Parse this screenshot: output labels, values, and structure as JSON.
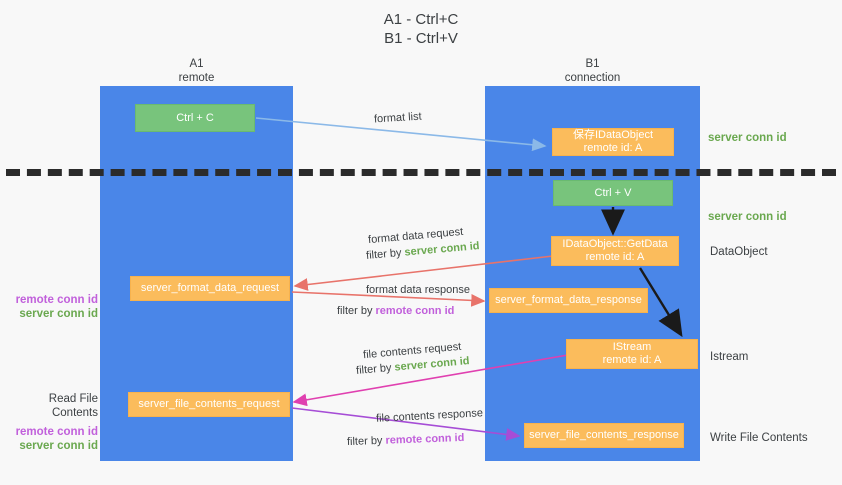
{
  "title": "A1 - Ctrl+C\nB1 - Ctrl+V",
  "lanes": [
    {
      "name": "A1",
      "sub": "remote",
      "header": "A1\nremote",
      "color": "#4a86e8"
    },
    {
      "name": "B1",
      "sub": "connection",
      "header": "B1\nconnection",
      "color": "#4a86e8"
    }
  ],
  "boxes": {
    "ctrl_c": "Ctrl + C",
    "save_idataobject": "保存IDataObject\nremote id: A",
    "ctrl_v": "Ctrl + V",
    "getdata": "IDataObject::GetData\nremote id: A",
    "server_format_data_request": "server_format_data_request",
    "server_format_data_response": "server_format_data_response",
    "istream": "IStream\nremote id: A",
    "server_file_contents_request": "server_file_contents_request",
    "server_file_contents_response": "server_file_contents_response"
  },
  "annotations": {
    "format_list": "format list",
    "format_data_request": "format data request",
    "filter_by_prefix": "filter by ",
    "server_conn_id": "server conn id",
    "remote_conn_id": "remote conn id",
    "format_data_response": "format data response",
    "file_contents_request": "file contents request",
    "file_contents_response": "file contents response"
  },
  "side_labels": {
    "right_server_conn_1": "server conn id",
    "right_server_conn_2": "server conn id",
    "dataobject": "DataObject",
    "istream": "Istream",
    "write_file_contents": "Write File Contents",
    "read_file_contents": "Read File Contents",
    "left_remote_conn_1": "remote conn id",
    "left_server_conn_1": "server conn id",
    "left_remote_conn_2": "remote conn id",
    "left_server_conn_2": "server conn id"
  },
  "colors": {
    "lane": "#4a86e8",
    "green_box": "#78c47c",
    "orange_box": "#fbbc5c",
    "green_text": "#6aa84f",
    "purple_text": "#c160db",
    "arrow_blue": "#8bb9e8",
    "arrow_red": "#e8736a",
    "arrow_magenta": "#e040b0",
    "arrow_purple": "#a64dd6",
    "arrow_black": "#1a1a1a",
    "dashed_line": "#2b2b2b"
  }
}
